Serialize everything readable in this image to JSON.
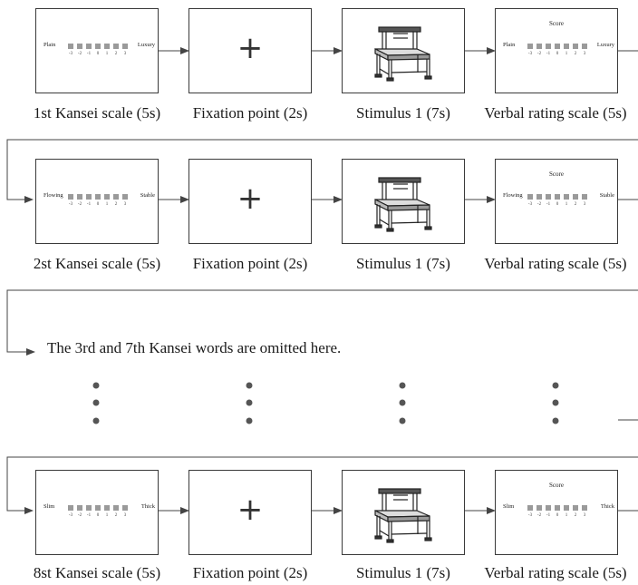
{
  "rows": [
    {
      "left_word": "Plain",
      "right_word": "Luxury",
      "captions": [
        "1st Kansei scale (5s)",
        "Fixation point (2s)",
        "Stimulus 1 (7s)",
        "Verbal rating scale (5s)"
      ]
    },
    {
      "left_word": "Flowing",
      "right_word": "Stable",
      "captions": [
        "2st Kansei scale (5s)",
        "Fixation point (2s)",
        "Stimulus 1 (7s)",
        "Verbal rating scale (5s)"
      ]
    },
    {
      "left_word": "Slim",
      "right_word": "Thick",
      "captions": [
        "8st Kansei scale (5s)",
        "Fixation point (2s)",
        "Stimulus 1 (7s)",
        "Verbal rating scale (5s)"
      ]
    }
  ],
  "scale_numbers": [
    "-3",
    "-2",
    "-1",
    "0",
    "1",
    "2",
    "3"
  ],
  "score_label": "Score",
  "fixation_symbol": "+",
  "omitted_note": "The 3rd and 7th Kansei words are omitted here.",
  "colors": {
    "line": "#444444",
    "square": "#9a9a9a"
  },
  "icons": [
    "chair-icon",
    "arrow-right-icon",
    "ellipsis-dots-icon"
  ]
}
